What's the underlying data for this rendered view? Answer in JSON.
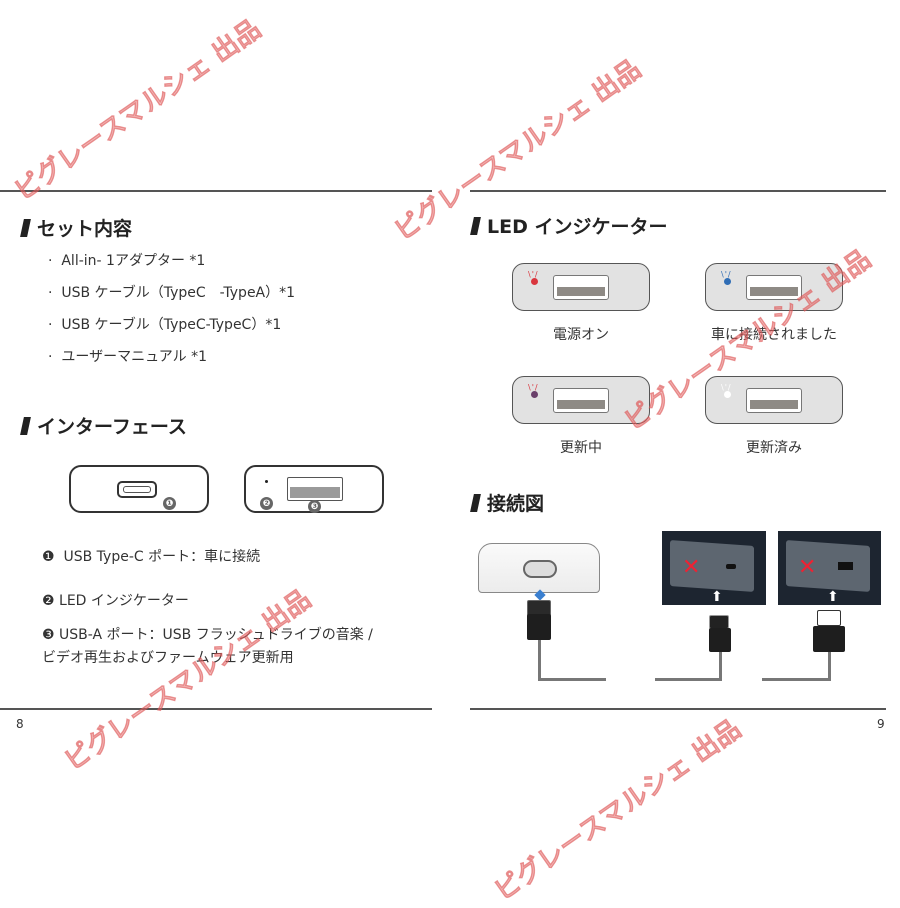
{
  "left_page": {
    "set_contents": {
      "title": "セット内容",
      "items": [
        "All-in- 1アダプター *1",
        "USB ケーブル（TypeC　-TypeA）*1",
        "USB ケーブル（TypeC-TypeC）*1",
        "ユーザーマニュアル *1"
      ]
    },
    "interface": {
      "title": "インターフェース",
      "markers": [
        "❶",
        "❷",
        "❸"
      ],
      "items": [
        {
          "num": "❶",
          "text": "USB Type-C ポート：車に接続"
        },
        {
          "num": "❷",
          "text": "LED インジケーター"
        },
        {
          "num": "❸",
          "text": "USB-A ポート：USB フラッシュドライブの音楽 /",
          "text2": "ビデオ再生およびファームウェア更新用"
        }
      ]
    },
    "page_number": "8"
  },
  "right_page": {
    "led": {
      "title": "LED インジケーター",
      "states": [
        {
          "label": "電源オン",
          "color": "#d9363e"
        },
        {
          "label": "車に接続されました",
          "color": "#2f6db5"
        },
        {
          "label": "更新中",
          "color": "#6a3f6a"
        },
        {
          "label": "更新済み",
          "color": "#ffffff"
        }
      ]
    },
    "connection": {
      "title": "接続図"
    },
    "page_number": "9"
  },
  "watermark": "ピグレースマルシェ 出品"
}
